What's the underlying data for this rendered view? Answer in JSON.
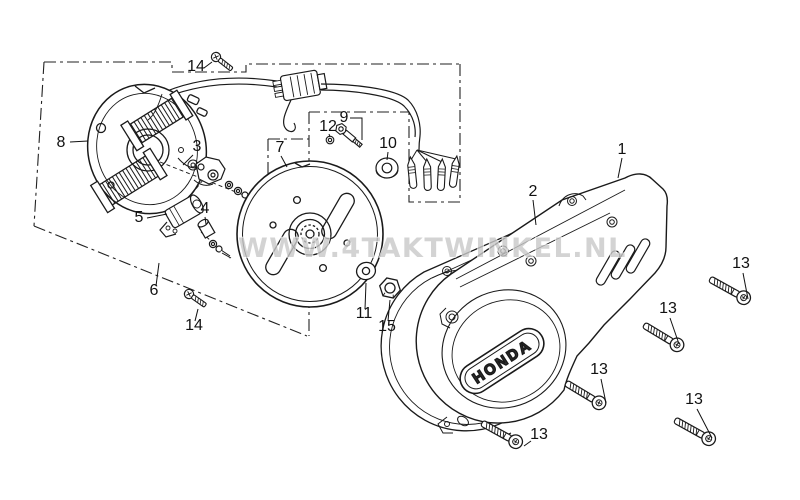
{
  "diagram": {
    "watermark": "WWW.4TAKTWINKEL.NL",
    "logo_text": "HONDA",
    "line_color": "#1a1a1a",
    "watermark_color": "#c9c9c9",
    "background": "#ffffff"
  },
  "part_labels": [
    {
      "id": "side-cover",
      "num": "1"
    },
    {
      "id": "gasket",
      "num": "2"
    },
    {
      "id": "contact-breaker",
      "num": "3"
    },
    {
      "id": "spacer",
      "num": "4"
    },
    {
      "id": "condenser",
      "num": "5"
    },
    {
      "id": "stator-assembly",
      "num": "6"
    },
    {
      "id": "flywheel",
      "num": "7"
    },
    {
      "id": "stator-plate",
      "num": "8"
    },
    {
      "id": "bolt-9",
      "num": "9"
    },
    {
      "id": "grommet",
      "num": "10"
    },
    {
      "id": "washer",
      "num": "11"
    },
    {
      "id": "seal-ring",
      "num": "12"
    },
    {
      "id": "bolt-13-a",
      "num": "13"
    },
    {
      "id": "bolt-13-b",
      "num": "13"
    },
    {
      "id": "bolt-13-c",
      "num": "13"
    },
    {
      "id": "bolt-13-d",
      "num": "13"
    },
    {
      "id": "bolt-13-e",
      "num": "13"
    },
    {
      "id": "screw-14-top",
      "num": "14"
    },
    {
      "id": "screw-14-bottom",
      "num": "14"
    },
    {
      "id": "nut",
      "num": "15"
    }
  ]
}
